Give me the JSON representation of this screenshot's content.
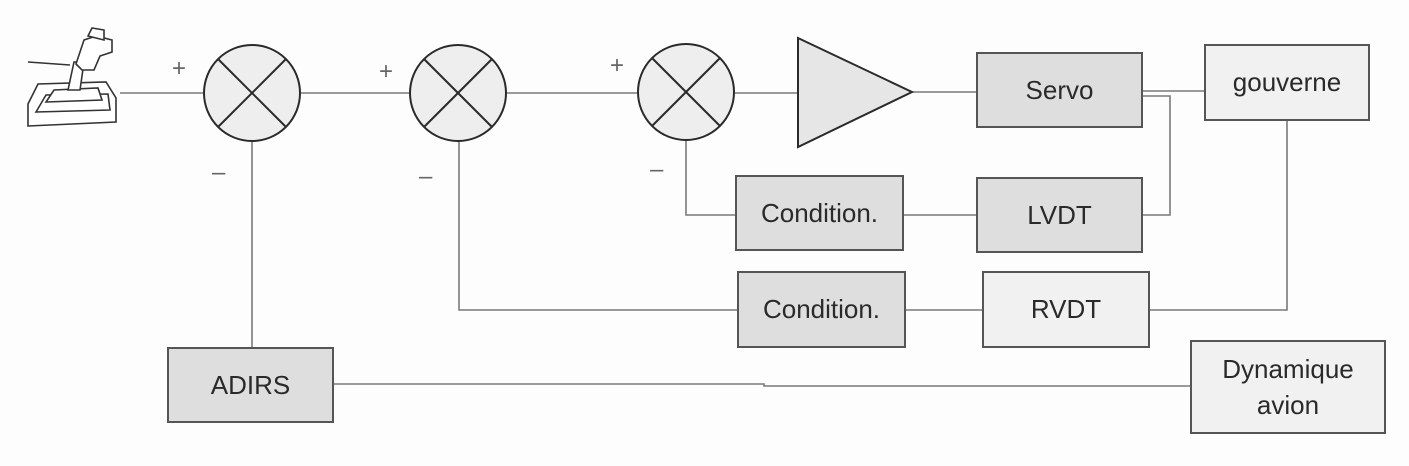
{
  "blocks": {
    "servo": "Servo",
    "gouverne": "gouverne",
    "lvdt": "LVDT",
    "conditioner_inner": "Condition.",
    "conditioner_outer": "Condition.",
    "rvdt": "RVDT",
    "adirs": "ADIRS",
    "dynamique_line1": "Dynamique",
    "dynamique_line2": "avion"
  },
  "signs": {
    "sum1_plus": "+",
    "sum1_minus": "–",
    "sum2_plus": "+",
    "sum2_minus": "–",
    "sum3_plus": "+",
    "sum3_minus": "–"
  },
  "icons": {
    "input": "joystick-icon",
    "gain": "amplifier-triangle-icon",
    "summing_junction": "summing-junction-icon"
  },
  "colors": {
    "dark_block_fill": "#dedede",
    "light_block_fill": "#f1f1f1",
    "line": "#7a7a7a"
  }
}
